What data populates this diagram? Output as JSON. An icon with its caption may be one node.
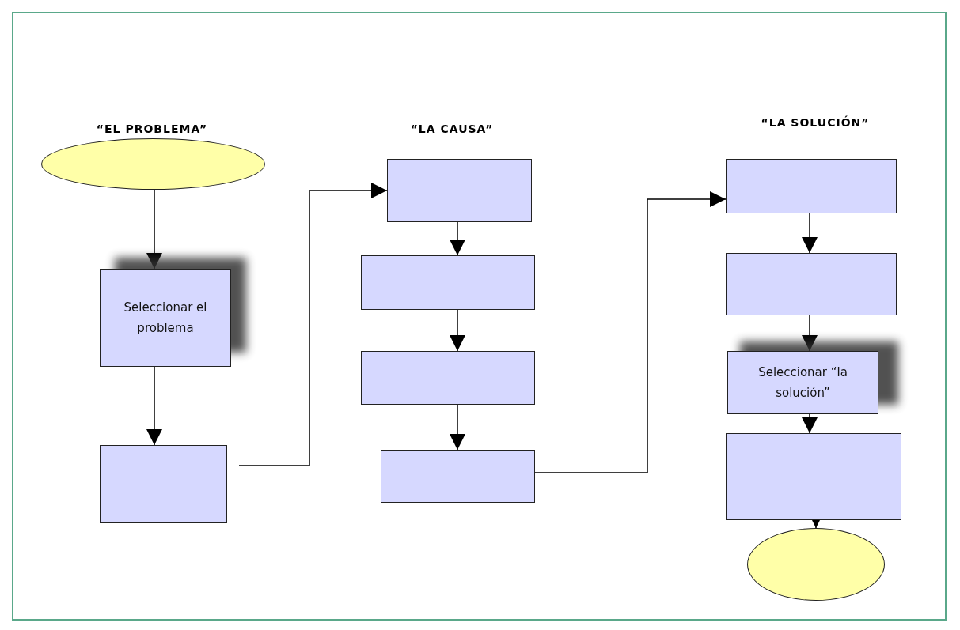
{
  "diagram": {
    "nodes": [
      {
        "text": [],
        "shape": "ellipse"
      },
      {
        "text": [
          "Seleccionar el problema"
        ]
      },
      {
        "text": [],
        "shape": "box"
      },
      {
        "text": [],
        "shape": "box"
      },
      {
        "text": [],
        "shape": "box"
      },
      {
        "text": [],
        "shape": "box"
      },
      {
        "text": [],
        "shape": "box"
      },
      {
        "text": [],
        "shape": "box"
      },
      {
        "text": [],
        "shape": "box"
      },
      {
        "text": [
          "Seleccionar “la solución”"
        ]
      },
      {
        "text": [],
        "shape": "box"
      },
      {
        "text": [],
        "shape": "ellipse"
      }
    ],
    "edges": [
      {
        "from": 0,
        "to": 1,
        "arrow": "to"
      },
      {
        "from": 1,
        "to": 2,
        "arrow": "to"
      },
      {
        "from": 2,
        "to": 3,
        "arrow": "to"
      },
      {
        "from": 3,
        "to": 4,
        "arrow": "to"
      },
      {
        "from": 4,
        "to": 5,
        "arrow": "to"
      },
      {
        "from": 5,
        "to": 6,
        "arrow": "to"
      },
      {
        "from": 6,
        "to": 7,
        "arrow": "to"
      },
      {
        "from": 7,
        "to": 8,
        "arrow": "to"
      },
      {
        "from": 8,
        "to": 9,
        "arrow": "to"
      },
      {
        "from": 9,
        "to": 10,
        "arrow": "to"
      },
      {
        "from": 10,
        "to": 11,
        "arrow": "to"
      }
    ],
    "labels": [
      "“EL PROBLEMA”",
      "“LA CAUSA”",
      "“LA SOLUCIÓN”"
    ]
  }
}
